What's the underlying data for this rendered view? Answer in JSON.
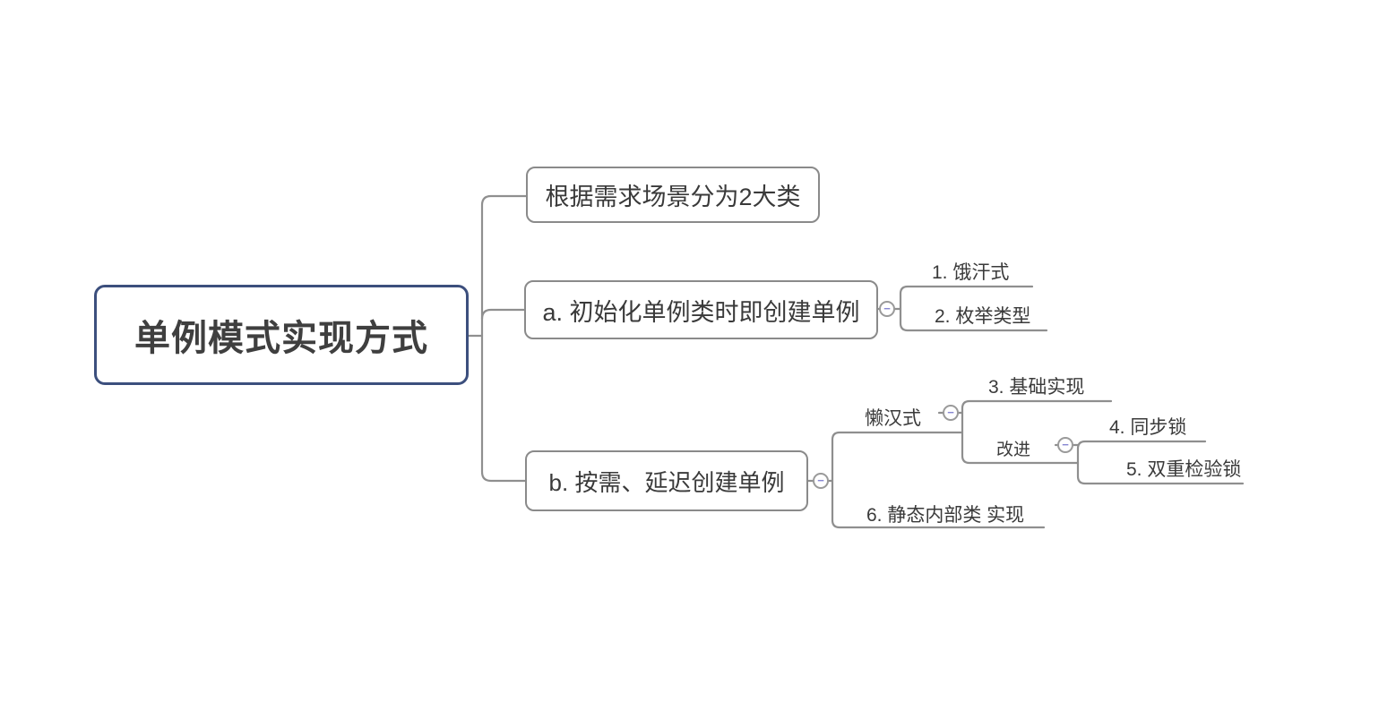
{
  "colors": {
    "root_border": "#3c4f7d",
    "node_border": "#8a8a8a",
    "connector": "#8f8f8f",
    "text": "#3a3a3a",
    "collapse_minus": "#8787d2",
    "background": "#ffffff"
  },
  "mindmap": {
    "collapse_glyph": "−",
    "root": {
      "label": "单例模式实现方式"
    },
    "children": [
      {
        "id": "scenario",
        "label": "根据需求场景分为2大类"
      },
      {
        "id": "eager",
        "label": "a. 初始化单例类时即创建单例",
        "collapsed": false,
        "children": [
          {
            "id": "hungry",
            "label": "1. 饿汗式"
          },
          {
            "id": "enum",
            "label": "2. 枚举类型"
          }
        ]
      },
      {
        "id": "lazy",
        "label": "b. 按需、延迟创建单例",
        "collapsed": false,
        "children": [
          {
            "id": "lazyman",
            "label": "懒汉式",
            "collapsed": false,
            "children": [
              {
                "id": "basic",
                "label": "3. 基础实现"
              },
              {
                "id": "improve",
                "label": "改进",
                "collapsed": false,
                "children": [
                  {
                    "id": "synclock",
                    "label": "4. 同步锁"
                  },
                  {
                    "id": "doublecheck",
                    "label": "5. 双重检验锁"
                  }
                ]
              }
            ]
          },
          {
            "id": "staticinner",
            "label": "6. 静态内部类 实现"
          }
        ]
      }
    ]
  }
}
